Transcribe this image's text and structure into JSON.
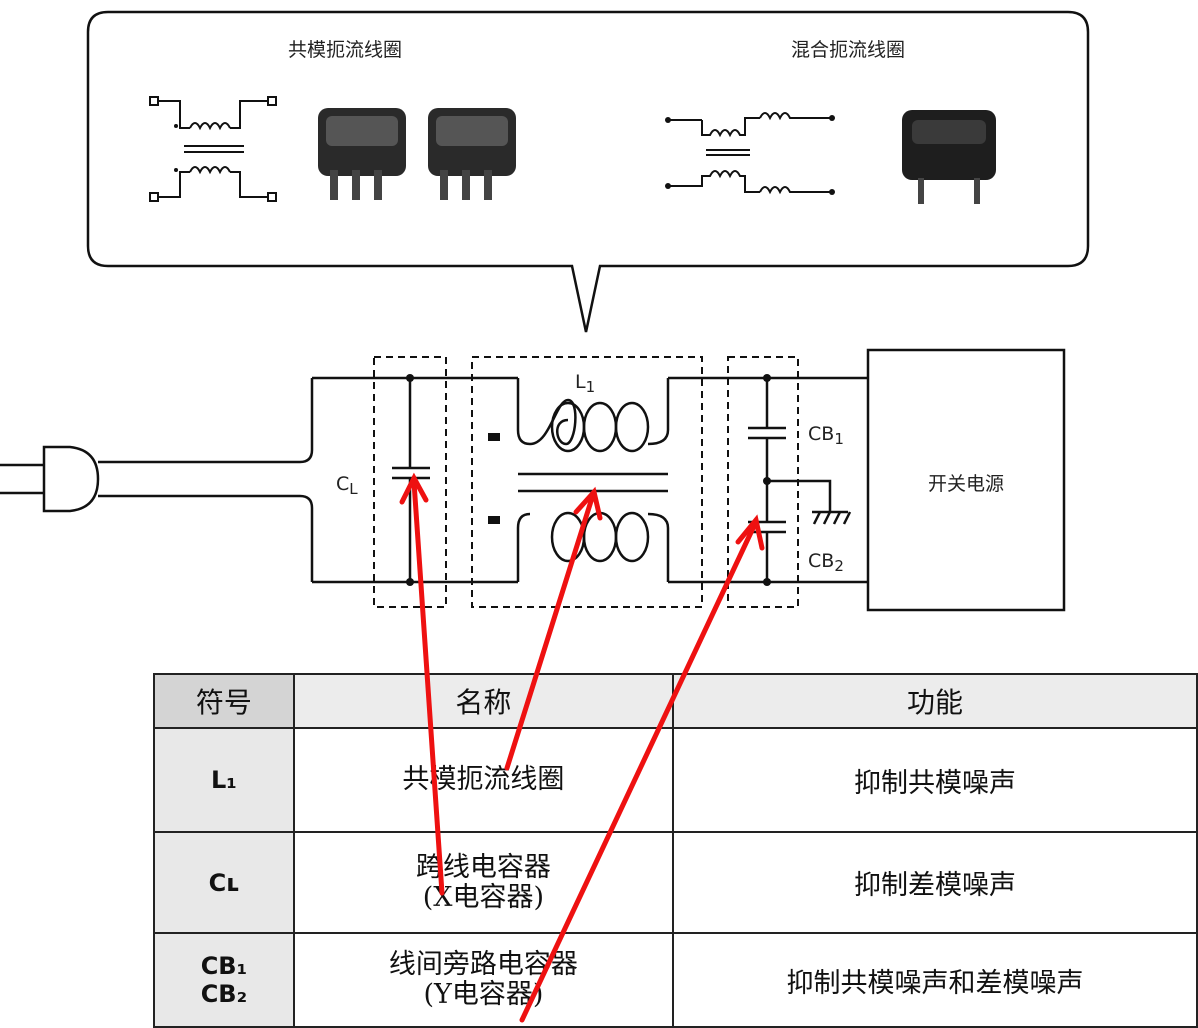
{
  "callout": {
    "common_mode_title": "共模扼流线圈",
    "hybrid_title": "混合扼流线圈"
  },
  "circuit": {
    "label_L1": "L",
    "label_L1_sub": "1",
    "label_CL": "C",
    "label_CL_sub": "L",
    "label_CB1": "CB",
    "label_CB1_sub": "1",
    "label_CB2": "CB",
    "label_CB2_sub": "2",
    "power_supply": "开关电源"
  },
  "table": {
    "headers": [
      "符号",
      "名称",
      "功能"
    ],
    "rows": [
      {
        "symbol": "L₁",
        "name_line1": "共模扼流线圈",
        "name_line2": "",
        "function": "抑制共模噪声"
      },
      {
        "symbol": "Cʟ",
        "name_line1": "跨线电容器",
        "name_line2": "(X电容器)",
        "function": "抑制差模噪声"
      },
      {
        "symbol_line1": "CB₁",
        "symbol_line2": "CB₂",
        "name_line1": "线间旁路电容器",
        "name_line2": "(Y电容器)",
        "function": "抑制共模噪声和差模噪声"
      }
    ]
  },
  "colors": {
    "arrow": "#ee1111",
    "line": "#111111",
    "header_bg": "#d4d4d4"
  }
}
